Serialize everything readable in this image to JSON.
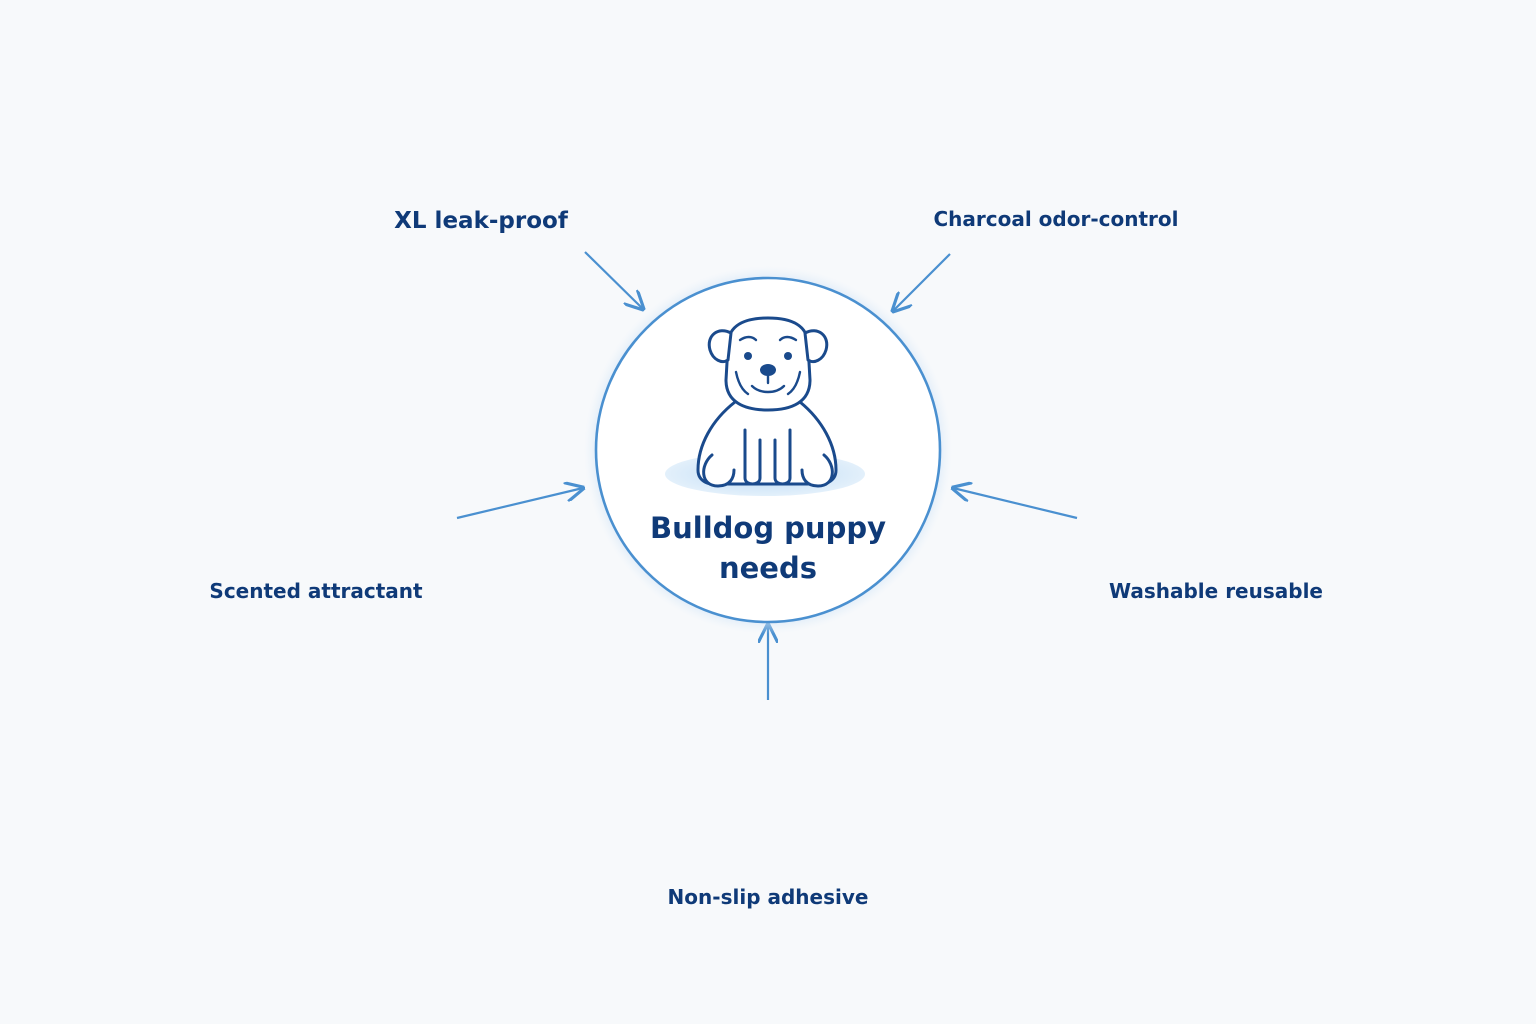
{
  "center": {
    "label": "Bulldog puppy needs",
    "icon": "bulldog-puppy-icon"
  },
  "features": [
    {
      "id": "xl-leak-proof",
      "label": "XL leak-proof",
      "icon": "leak-proof-pad-icon"
    },
    {
      "id": "charcoal-odor-control",
      "label": "Charcoal odor-control",
      "icon": "charcoal-icon"
    },
    {
      "id": "scented-attractant",
      "label": "Scented attractant",
      "icon": "flower-scent-icon"
    },
    {
      "id": "washable-reusable",
      "label": "Washable reusable",
      "icon": "washing-machine-icon"
    },
    {
      "id": "non-slip-adhesive",
      "label": "Non-slip adhesive",
      "icon": "adhesive-pad-icon"
    }
  ],
  "colors": {
    "stroke": "#4a90d0",
    "text": "#0f3a78",
    "icon": "#1a4a8c",
    "accent": "#5fa5e6",
    "background": "#f7f9fb"
  }
}
